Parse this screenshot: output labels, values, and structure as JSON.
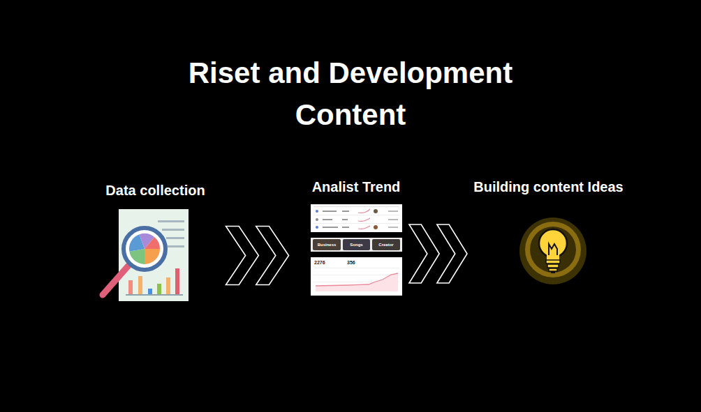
{
  "diagram": {
    "title": "Riset and Development Content",
    "nodes": [
      {
        "text": [
          "Data collection"
        ]
      },
      {
        "text": [
          "Analist Trend"
        ]
      },
      {
        "text": [
          "Building content Ideas"
        ]
      }
    ],
    "edges": [
      {
        "from": 0,
        "to": 1,
        "arrow": "to"
      },
      {
        "from": 1,
        "to": 2,
        "arrow": "to"
      }
    ],
    "labels": [
      "Business",
      "Songs",
      "Creator",
      "2276",
      "356"
    ]
  }
}
